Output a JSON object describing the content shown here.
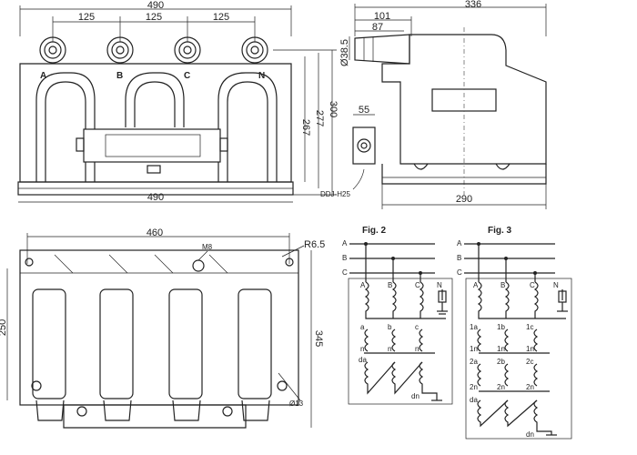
{
  "top_view": {
    "dim_total": "490",
    "dim_spacing": [
      "125",
      "125",
      "125"
    ],
    "dim_base": "490",
    "dim_heights": [
      "267",
      "277",
      "300"
    ],
    "phases": [
      "A",
      "B",
      "C",
      "N"
    ]
  },
  "side_view": {
    "dim_total": "336",
    "dim_101": "101",
    "dim_87": "87",
    "dim_diam": "Ø38.5",
    "dim_55": "55",
    "dim_base": "290",
    "terminal_label": "DDJ-H25"
  },
  "bottom_view": {
    "dim_width": "460",
    "dim_radius": "R6.5",
    "dim_height_left": "250",
    "dim_height_right": "345",
    "dim_hole": "Ø13",
    "marker": "M8"
  },
  "fig2": {
    "title": "Fig. 2",
    "bus": [
      "A",
      "B",
      "C"
    ],
    "primary": [
      "A",
      "B",
      "C",
      "N"
    ],
    "secondary": [
      "a",
      "b",
      "c",
      "n",
      "n",
      "n"
    ],
    "residual": [
      "da",
      "dn"
    ]
  },
  "fig3": {
    "title": "Fig. 3",
    "bus": [
      "A",
      "B",
      "C"
    ],
    "primary": [
      "A",
      "B",
      "C",
      "N"
    ],
    "sec1": [
      "1a",
      "1b",
      "1c"
    ],
    "sec1n": [
      "1n",
      "1n",
      "1n"
    ],
    "sec2": [
      "2a",
      "2b",
      "2c"
    ],
    "sec2n": [
      "2n",
      "2n",
      "2n"
    ],
    "residual": [
      "da",
      "dn"
    ]
  }
}
